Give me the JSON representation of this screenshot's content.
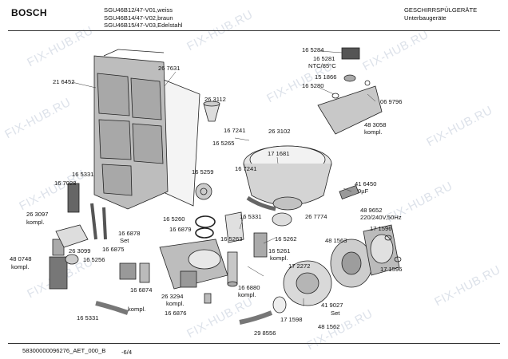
{
  "header": {
    "brand": "BOSCH",
    "models": [
      "SGU46B12/47-V01,weiss",
      "SGU46B14/47-V02,braun",
      "SGU46B15/47-V03,Edelstahl"
    ],
    "category": [
      "GESCHIRRSPÜLGERÄTE",
      "Unterbaugeräte"
    ]
  },
  "watermark": "FIX-HUB.RU",
  "parts": [
    {
      "id": "p1",
      "text": "21 6452"
    },
    {
      "id": "p2",
      "text": "26 7631"
    },
    {
      "id": "p3",
      "text": "26 3112"
    },
    {
      "id": "p4",
      "text": "16 5284"
    },
    {
      "id": "p5",
      "text": "16 5281"
    },
    {
      "id": "p6",
      "text": "NTC/85°C"
    },
    {
      "id": "p7",
      "text": "15 1866"
    },
    {
      "id": "p8",
      "text": "16 5280"
    },
    {
      "id": "p9",
      "text": "06 9796"
    },
    {
      "id": "p10",
      "text": "48 3058"
    },
    {
      "id": "p11",
      "text": "kompl."
    },
    {
      "id": "p12",
      "text": "16 7241"
    },
    {
      "id": "p13",
      "text": "26 3102"
    },
    {
      "id": "p14",
      "text": "16 5265"
    },
    {
      "id": "p15",
      "text": "17 1681"
    },
    {
      "id": "p16",
      "text": "16 5331"
    },
    {
      "id": "p17",
      "text": "16 7028"
    },
    {
      "id": "p18",
      "text": "16 5259"
    },
    {
      "id": "p19",
      "text": "16 7241"
    },
    {
      "id": "p20",
      "text": "41 6450"
    },
    {
      "id": "p21",
      "text": "9µF"
    },
    {
      "id": "p22",
      "text": "26 3097"
    },
    {
      "id": "p23",
      "text": "kompl."
    },
    {
      "id": "p24",
      "text": "16 5260"
    },
    {
      "id": "p25",
      "text": "16 5331"
    },
    {
      "id": "p26",
      "text": "26 7774"
    },
    {
      "id": "p27",
      "text": "48 9652"
    },
    {
      "id": "p28",
      "text": "220/240V,50Hz"
    },
    {
      "id": "p29",
      "text": "16 6878"
    },
    {
      "id": "p30",
      "text": "Set"
    },
    {
      "id": "p31",
      "text": "16 6879"
    },
    {
      "id": "p32",
      "text": "26 3099"
    },
    {
      "id": "p33",
      "text": "16 6875"
    },
    {
      "id": "p34",
      "text": "16 5263"
    },
    {
      "id": "p35",
      "text": "16 5262"
    },
    {
      "id": "p36",
      "text": "17 1596"
    },
    {
      "id": "p37",
      "text": "48 1563"
    },
    {
      "id": "p38",
      "text": "48 0748"
    },
    {
      "id": "p39",
      "text": "kompl."
    },
    {
      "id": "p40",
      "text": "16 5256"
    },
    {
      "id": "p41",
      "text": "16 5261"
    },
    {
      "id": "p42",
      "text": "kompl."
    },
    {
      "id": "p43",
      "text": "17 2272"
    },
    {
      "id": "p44",
      "text": "17 1596"
    },
    {
      "id": "p45",
      "text": "16 6880"
    },
    {
      "id": "p46",
      "text": "kompl."
    },
    {
      "id": "p47",
      "text": "16 6874"
    },
    {
      "id": "p48",
      "text": "kompl."
    },
    {
      "id": "p49",
      "text": "26 3294"
    },
    {
      "id": "p50",
      "text": "kompl."
    },
    {
      "id": "p51",
      "text": "41 9027"
    },
    {
      "id": "p52",
      "text": "Set"
    },
    {
      "id": "p53",
      "text": "16 5331"
    },
    {
      "id": "p54",
      "text": "16 6876"
    },
    {
      "id": "p55",
      "text": "17 1598"
    },
    {
      "id": "p56",
      "text": "48 1562"
    },
    {
      "id": "p57",
      "text": "29 8556"
    }
  ],
  "footer": {
    "code": "58300000096276_AET_000_B",
    "page": "-6/4"
  }
}
